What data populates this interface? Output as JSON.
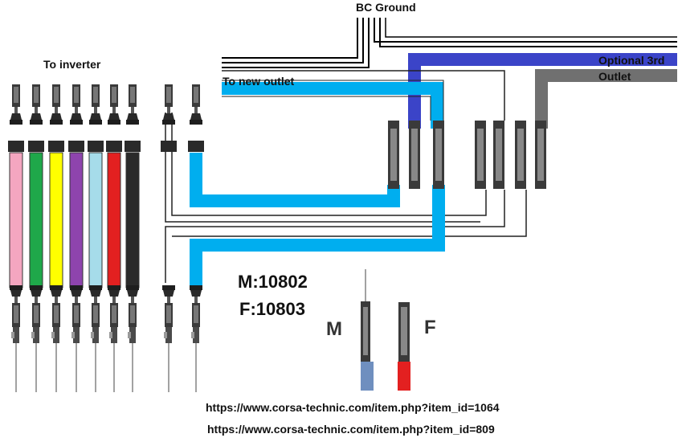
{
  "labels": {
    "bc_ground": "BC Ground",
    "to_inverter": "To inverter",
    "to_new_outlet": "To new outlet",
    "optional_3rd": "Optional 3rd",
    "outlet": "Outlet"
  },
  "parts": {
    "male": "M:10802",
    "female": "F:10803",
    "m_letter": "M",
    "f_letter": "F"
  },
  "links": [
    "https://www.corsa-technic.com/item.php?item_id=1064",
    "https://www.corsa-technic.com/item.php?item_id=809"
  ],
  "colors": {
    "pink": "#f4a6c0",
    "green": "#1fa84a",
    "yellow": "#ffff00",
    "purple": "#8e44ad",
    "light_blue": "#a6dcea",
    "red": "#e32020",
    "black": "#2a2a2a",
    "cable_blue": "#00aeef",
    "optional_blue": "#3b44c8",
    "outlet_gray": "#707070",
    "steel_blue": "#6f8fbf"
  },
  "inverter_wire_colors": [
    "pink",
    "green",
    "yellow",
    "purple",
    "light_blue",
    "red",
    "black"
  ]
}
